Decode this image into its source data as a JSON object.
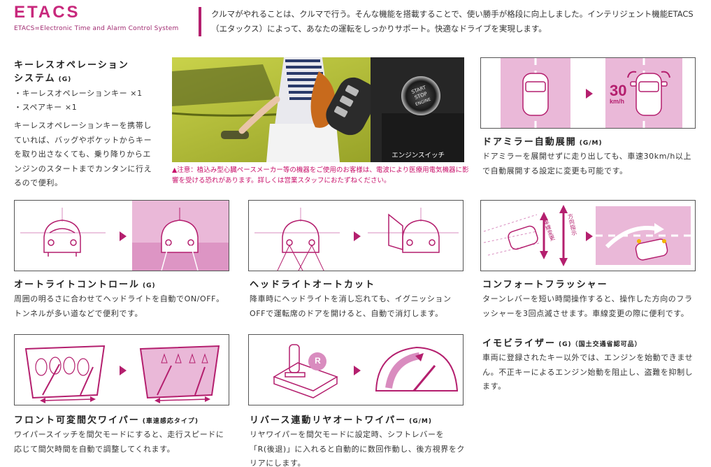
{
  "header": {
    "brand": "ETACS",
    "brand_sub": "ETACS=Electronic Time and Alarm Control System",
    "intro": "クルマがやれることは、クルマで行う。そんな機能を搭載することで、使い勝手が格段に向上しました。インテリジェント機能ETACS（エタックス）によって、あなたの運転をしっかりサポート。快適なドライブを実現します。"
  },
  "keyless": {
    "title_line1": "キーレスオペレーション",
    "title_line2": "システム",
    "grade": "(G)",
    "bullets": [
      "・キーレスオペレーションキー ×1",
      "・スペアキー ×1"
    ],
    "body": "キーレスオペレーションキーを携帯していれば、バッグやポケットからキーを取り出さなくても、乗り降りからエンジンのスタートまでカンタンに行えるので便利。",
    "photo_caption": "エンジンスイッチ",
    "button_text": [
      "START",
      "STOP",
      "ENGINE"
    ],
    "warning": "▲注意：植込み型心臓ペースメーカー等の機器をご使用のお客様は、電波により医療用電気機器に影響を受ける恐れがあります。詳しくは営業スタッフにおたずねください。"
  },
  "mirror": {
    "title": "ドアミラー自動展開",
    "grade": "(G/M)",
    "body": "ドアミラーを展開せずに走り出しても、車速30km/h以上で自動展開する設定に変更も可能です。",
    "speed": "30",
    "speed_unit": "km/h"
  },
  "autolight": {
    "title": "オートライトコントロール",
    "grade": "(G)",
    "body": "周囲の明るさに合わせてヘッドライトを自動でON/OFF。トンネルが多い道などで便利です。"
  },
  "headlight": {
    "title": "ヘッドライトオートカット",
    "body": "降車時にヘッドライトを消し忘れても、イグニッションOFFで運転席のドアを開けると、自動で消灯します。"
  },
  "flasher": {
    "title": "コンフォートフラッシャー",
    "body": "ターンレバーを短い時間操作すると、操作した方向のフラッシャーを3回点滅させます。車線変更の際に便利です。",
    "label_lane": "車線変更",
    "label_dir": "方向指示"
  },
  "immobilizer": {
    "title": "イモビライザー",
    "grade": "(G)（国土交通省認可品）",
    "body": "車両に登録されたキー以外では、エンジンを始動できません。不正キーによるエンジン始動を阻止し、盗難を抑制します。"
  },
  "wiper": {
    "title": "フロント可変間欠ワイパー",
    "grade": "(車速感応タイプ)",
    "body": "ワイパースイッチを間欠モードにすると、走行スピードに応じて間欠時間を自動で調整してくれます。"
  },
  "rear": {
    "title": "リバース連動リヤオートワイパー",
    "grade": "(G/M)",
    "body": "リヤワイパーを間欠モードに設定時、シフトレバーを「R(後退)」に入れると自動的に数回作動し、後方視界をクリアにします。",
    "gear": "R"
  },
  "colors": {
    "accent": "#b41f6e",
    "pink_light": "#eab8d8",
    "pink_mid": "#d98cbf",
    "brand": "#c8287c"
  }
}
